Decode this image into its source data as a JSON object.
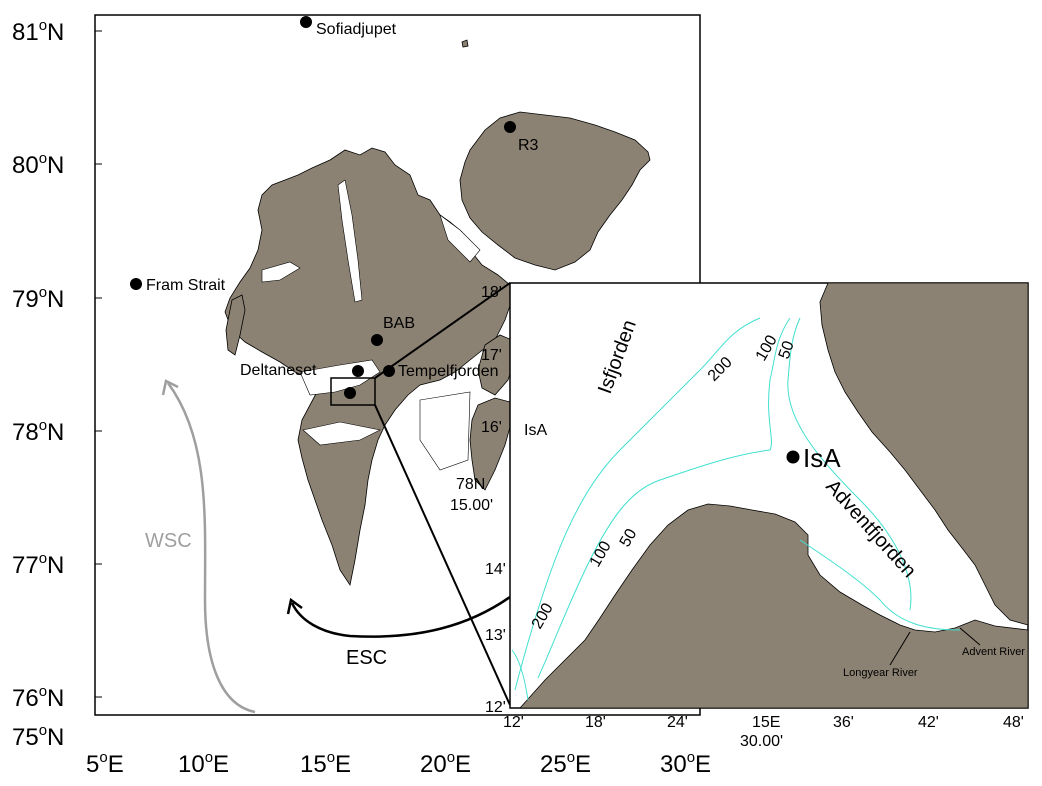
{
  "map": {
    "y_ticks": [
      {
        "deg": "81",
        "sup": "o",
        "hemi": "N"
      },
      {
        "deg": "80",
        "sup": "o",
        "hemi": "N"
      },
      {
        "deg": "79",
        "sup": "o",
        "hemi": "N"
      },
      {
        "deg": "78",
        "sup": "o",
        "hemi": "N"
      },
      {
        "deg": "77",
        "sup": "o",
        "hemi": "N"
      },
      {
        "deg": "76",
        "sup": "o",
        "hemi": "N"
      },
      {
        "deg": "75",
        "sup": "o",
        "hemi": "N"
      }
    ],
    "x_ticks": [
      {
        "deg": "5",
        "sup": "o",
        "hemi": "E"
      },
      {
        "deg": "10",
        "sup": "o",
        "hemi": "E"
      },
      {
        "deg": "15",
        "sup": "o",
        "hemi": "E"
      },
      {
        "deg": "20",
        "sup": "o",
        "hemi": "E"
      },
      {
        "deg": "25",
        "sup": "o",
        "hemi": "E"
      },
      {
        "deg": "30",
        "sup": "o",
        "hemi": "E"
      }
    ],
    "stations": {
      "sofiadjupet": "Sofiadjupet",
      "r3": "R3",
      "fram_strait": "Fram Strait",
      "bab": "BAB",
      "deltaneset": "Deltaneset",
      "tempelfjorden": "Tempelfjorden"
    },
    "currents": {
      "wsc": "WSC",
      "esc": "ESC"
    },
    "colors": {
      "land": "#8c8273",
      "wsc_arrow": "#9f9f9f",
      "contour": "#40e0d0"
    }
  },
  "inset": {
    "y_ticks": [
      "18'",
      "17'",
      "16'",
      "15.00'",
      "14'",
      "13'",
      "12'"
    ],
    "y_tick_78N": "78N",
    "x_ticks": [
      "12'",
      "18'",
      "24'",
      "30.00'",
      "36'",
      "42'",
      "48'"
    ],
    "x_tick_15E": "15E",
    "site": "IsA",
    "site_small": "IsA",
    "fjords": {
      "isfjorden": "Isfjorden",
      "adventfjorden": "Adventfjorden"
    },
    "rivers": {
      "longyear": "Longyear River",
      "advent": "Advent River"
    },
    "contour_labels": {
      "c200_top": "200",
      "c100_top": "100",
      "c50_top": "50",
      "c50_mid": "50",
      "c100_mid": "100",
      "c200_bot": "200"
    }
  }
}
